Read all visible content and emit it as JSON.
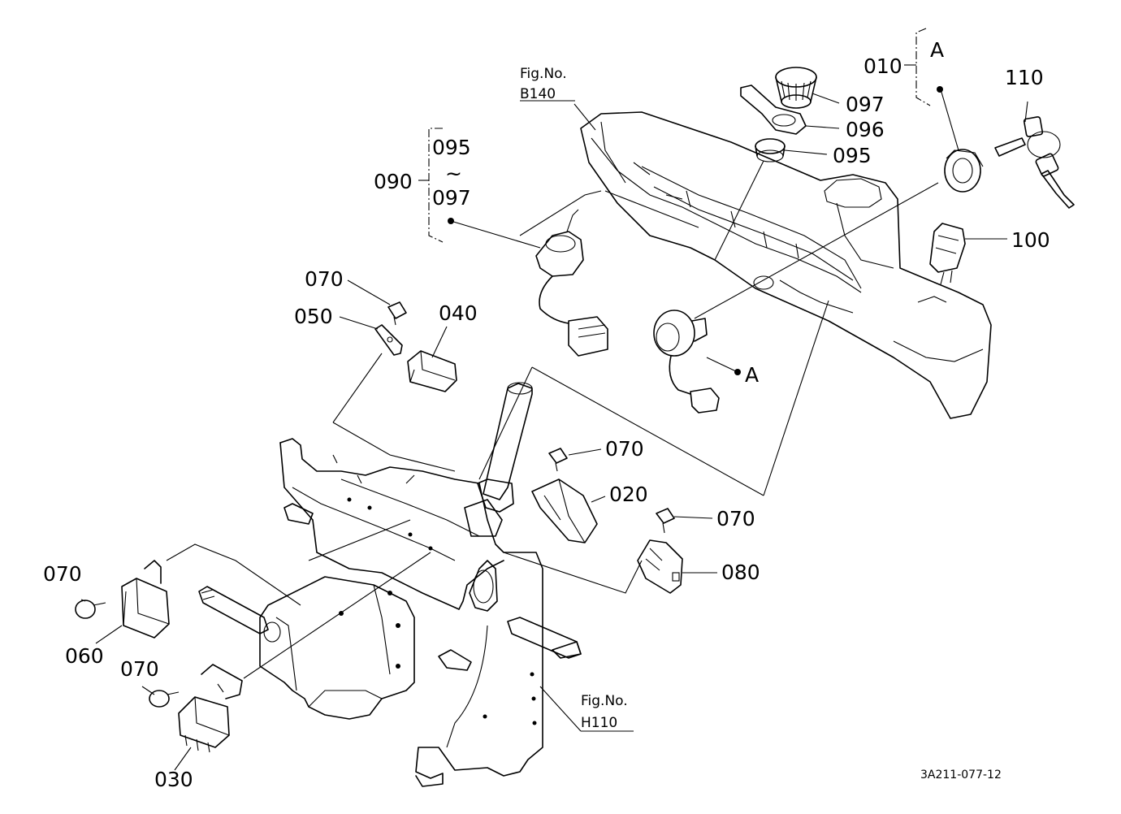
{
  "labels": {
    "p010": "010",
    "p020": "020",
    "p030": "030",
    "p040": "040",
    "p050": "050",
    "p060": "060",
    "p070": "070",
    "p080": "080",
    "p090": "090",
    "p095": "095",
    "p096": "096",
    "p097": "097",
    "p100": "100",
    "p110": "110",
    "tilde": "~",
    "ref_a": "A"
  },
  "figure_refs": {
    "fig_no": "Fig.No.",
    "b140": "B140",
    "h110": "H110"
  },
  "drawing_code": "3A211-077-12"
}
